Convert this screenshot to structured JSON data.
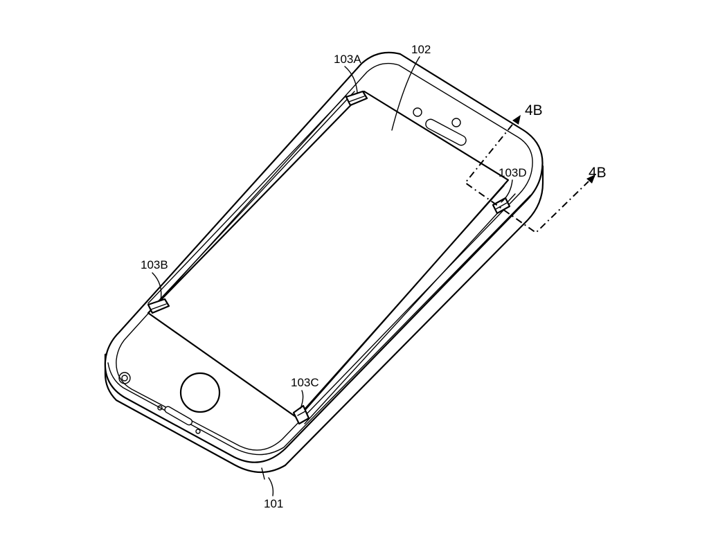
{
  "figure": {
    "labels": {
      "housing": "101",
      "cover_glass": "102",
      "clip_a": "103A",
      "clip_b": "103B",
      "clip_c": "103C",
      "clip_d": "103D"
    },
    "section_marks": {
      "upper": "4B",
      "lower": "4B"
    }
  },
  "colors": {
    "line": "#000000",
    "background": "#ffffff"
  }
}
